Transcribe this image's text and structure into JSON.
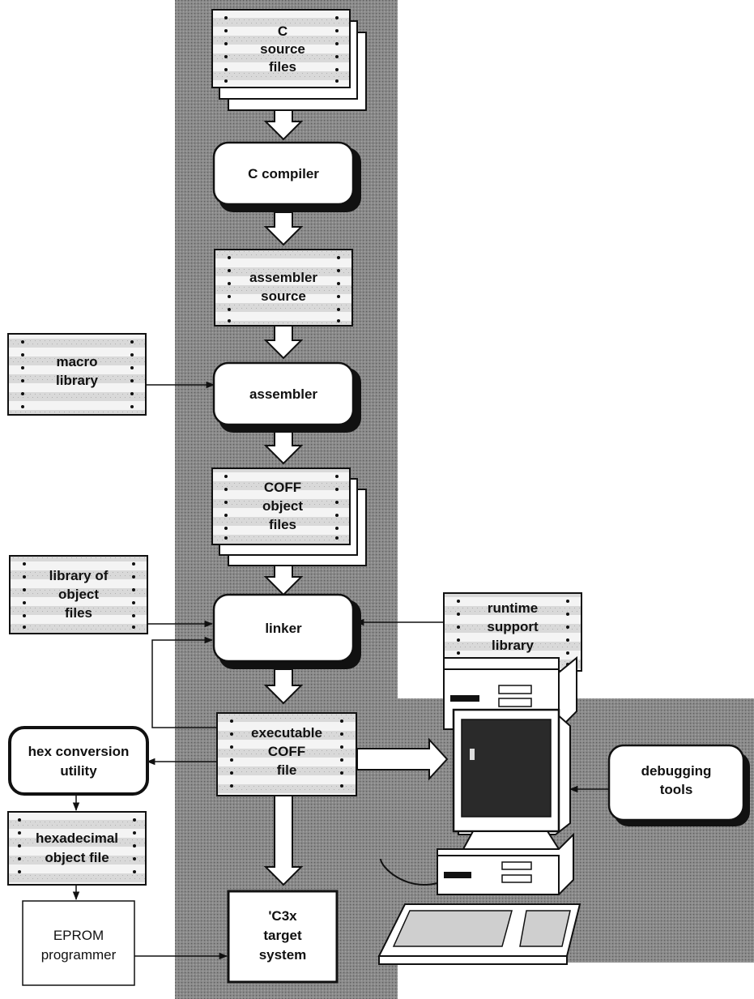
{
  "colors": {
    "shade": "#7d7d7d",
    "doc_fill": "#e6e6e6",
    "ink": "#111111",
    "screen": "#2a2a2a"
  },
  "nodes": {
    "c_source": [
      "C",
      "source",
      "files"
    ],
    "c_compiler": [
      "C compiler"
    ],
    "assembler_source": [
      "assembler",
      "source"
    ],
    "macro_library": [
      "macro",
      "library"
    ],
    "assembler": [
      "assembler"
    ],
    "coff_object": [
      "COFF",
      "object",
      "files"
    ],
    "library_of_object": [
      "library of",
      "object",
      "files"
    ],
    "linker": [
      "linker"
    ],
    "runtime_support": [
      "runtime",
      "support",
      "library"
    ],
    "executable_coff": [
      "executable",
      "COFF",
      "file"
    ],
    "hex_conversion": [
      "hex conversion",
      "utility"
    ],
    "debugging_tools": [
      "debugging",
      "tools"
    ],
    "hexadecimal_object": [
      "hexadecimal",
      "object file"
    ],
    "eprom_programmer": [
      "EPROM",
      "programmer"
    ],
    "target_system": [
      "'C3x",
      "target",
      "system"
    ]
  }
}
